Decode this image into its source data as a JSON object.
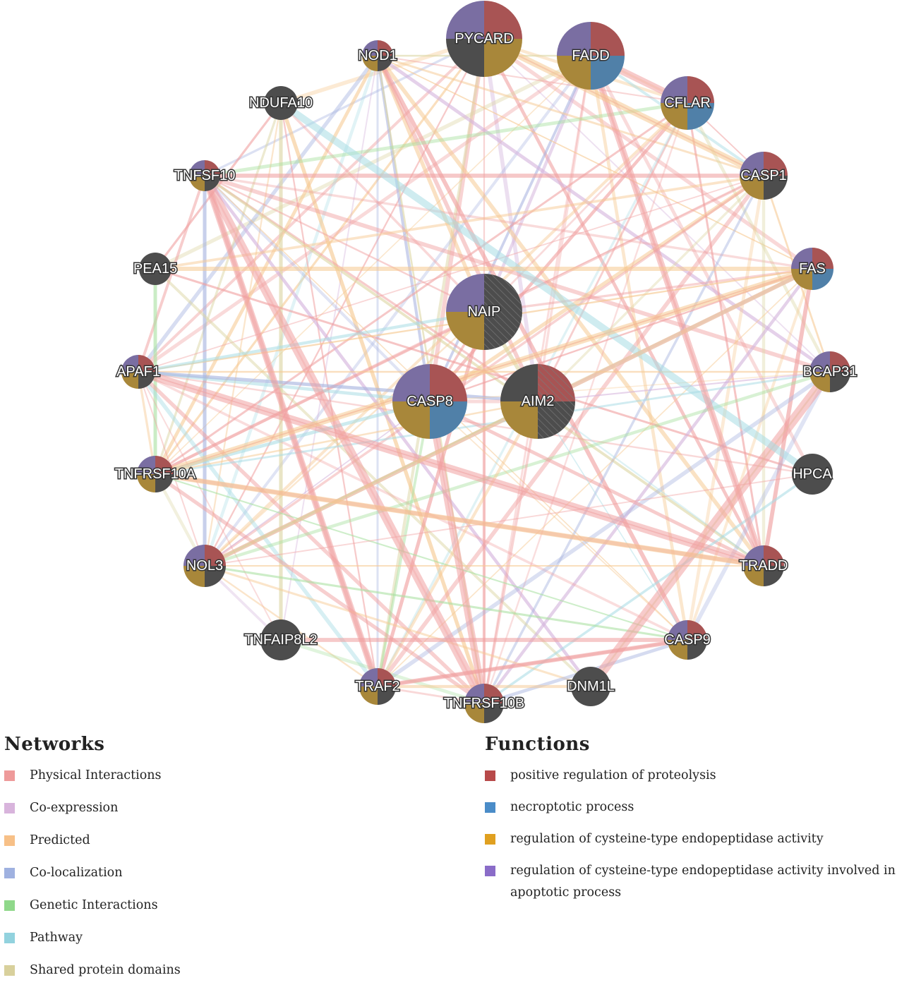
{
  "nodes": [
    {
      "id": "PYCARD",
      "label": "PYCARD",
      "r": 54,
      "segments": [
        "red",
        "gold",
        "dark",
        "purple"
      ]
    },
    {
      "id": "FADD",
      "label": "FADD",
      "r": 48,
      "segments": [
        "red",
        "blue",
        "gold",
        "purple"
      ]
    },
    {
      "id": "NOD1",
      "label": "NOD1",
      "r": 22,
      "segments": [
        "red",
        "dark",
        "gold",
        "purple"
      ]
    },
    {
      "id": "NDUFA10",
      "label": "NDUFA10",
      "r": 24,
      "segments": [
        "dark",
        "dark",
        "dark",
        "dark"
      ]
    },
    {
      "id": "CFLAR",
      "label": "CFLAR",
      "r": 38,
      "segments": [
        "red",
        "blue",
        "gold",
        "purple"
      ]
    },
    {
      "id": "TNFSF10",
      "label": "TNFSF10",
      "r": 22,
      "segments": [
        "red",
        "dark",
        "gold",
        "purple"
      ]
    },
    {
      "id": "CASP1",
      "label": "CASP1",
      "r": 34,
      "segments": [
        "red",
        "dark",
        "gold",
        "purple"
      ]
    },
    {
      "id": "PEA15",
      "label": "PEA15",
      "r": 23,
      "segments": [
        "dark",
        "dark",
        "dark",
        "dark"
      ]
    },
    {
      "id": "FAS",
      "label": "FAS",
      "r": 30,
      "segments": [
        "red",
        "blue",
        "gold",
        "purple"
      ]
    },
    {
      "id": "NAIP",
      "label": "NAIP",
      "r": 54,
      "segments": [
        "dark",
        "dark",
        "gold",
        "purple"
      ],
      "hatched": true
    },
    {
      "id": "APAF1",
      "label": "APAF1",
      "r": 24,
      "segments": [
        "red",
        "dark",
        "gold",
        "purple"
      ]
    },
    {
      "id": "BCAP31",
      "label": "BCAP31",
      "r": 29,
      "segments": [
        "red",
        "dark",
        "gold",
        "purple"
      ]
    },
    {
      "id": "CASP8",
      "label": "CASP8",
      "r": 53,
      "segments": [
        "red",
        "blue",
        "gold",
        "purple"
      ]
    },
    {
      "id": "AIM2",
      "label": "AIM2",
      "r": 53,
      "segments": [
        "red",
        "dark",
        "gold",
        "dark"
      ],
      "hatched": true
    },
    {
      "id": "TNFRSF10A",
      "label": "TNFRSF10A",
      "r": 26,
      "segments": [
        "red",
        "dark",
        "gold",
        "purple"
      ]
    },
    {
      "id": "HPCA",
      "label": "HPCA",
      "r": 29,
      "segments": [
        "dark",
        "dark",
        "dark",
        "dark"
      ]
    },
    {
      "id": "NOL3",
      "label": "NOL3",
      "r": 30,
      "segments": [
        "red",
        "dark",
        "gold",
        "purple"
      ]
    },
    {
      "id": "TRADD",
      "label": "TRADD",
      "r": 29,
      "segments": [
        "red",
        "dark",
        "gold",
        "purple"
      ]
    },
    {
      "id": "TNFAIP8L2",
      "label": "TNFAIP8L2",
      "r": 29,
      "segments": [
        "dark",
        "dark",
        "dark",
        "dark"
      ]
    },
    {
      "id": "CASP9",
      "label": "CASP9",
      "r": 28,
      "segments": [
        "red",
        "dark",
        "gold",
        "purple"
      ]
    },
    {
      "id": "TRAF2",
      "label": "TRAF2",
      "r": 26,
      "segments": [
        "red",
        "dark",
        "gold",
        "purple"
      ]
    },
    {
      "id": "DNM1L",
      "label": "DNM1L",
      "r": 28,
      "segments": [
        "dark",
        "dark",
        "dark",
        "dark"
      ]
    },
    {
      "id": "TNFRSF10B",
      "label": "TNFRSF10B",
      "r": 28,
      "segments": [
        "red",
        "dark",
        "gold",
        "purple"
      ]
    }
  ],
  "segment_colors": {
    "red": "#a85454",
    "blue": "#5080a8",
    "gold": "#a8873a",
    "purple": "#7a6ea2",
    "dark": "#4d4d4d"
  },
  "edge_colors": {
    "physical": "#f0a0a0",
    "coexpression": "#d4b4dc",
    "predicted": "#f6c890",
    "colocalization": "#a8b4e0",
    "genetic": "#a8e0a0",
    "pathway": "#a8dce4",
    "domains": "#dcd6a4"
  },
  "networks_legend": {
    "title": "Networks",
    "items": [
      {
        "label": "Physical Interactions",
        "color": "#ee9a9a"
      },
      {
        "label": "Co-expression",
        "color": "#d8b4dc"
      },
      {
        "label": "Predicted",
        "color": "#f7c087"
      },
      {
        "label": "Co-localization",
        "color": "#9fb1e0"
      },
      {
        "label": "Genetic Interactions",
        "color": "#8fd88a"
      },
      {
        "label": "Pathway",
        "color": "#92d2de"
      },
      {
        "label": "Shared protein domains",
        "color": "#d8d09c"
      }
    ]
  },
  "functions_legend": {
    "title": "Functions",
    "items": [
      {
        "label": "positive regulation of proteolysis",
        "color": "#b84a4a"
      },
      {
        "label": "necroptotic process",
        "color": "#4a8cc8"
      },
      {
        "label": "regulation of cysteine-type endopeptidase activity",
        "color": "#e0a020"
      },
      {
        "label": "regulation of cysteine-type endopeptidase activity involved in apoptotic process",
        "color": "#8a6cc8"
      }
    ]
  }
}
